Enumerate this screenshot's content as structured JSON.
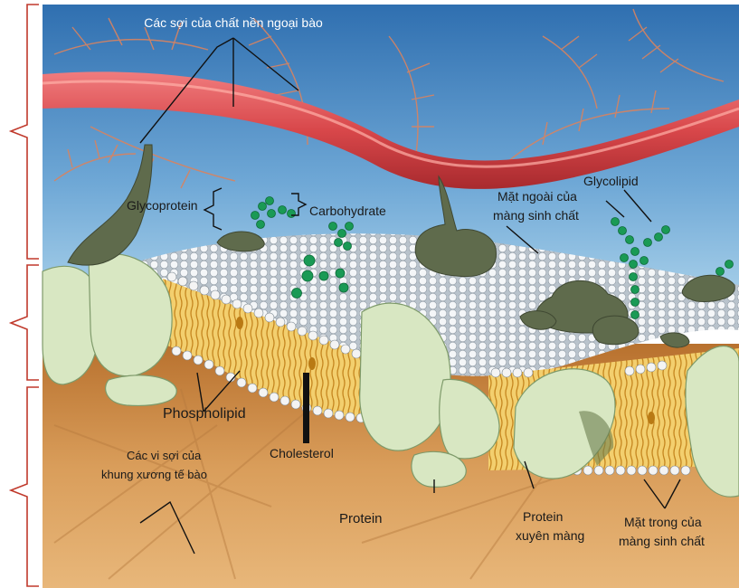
{
  "labels": {
    "ecm_fibers": "Các sợi của chất nền ngoại bào",
    "glycoprotein": "Glycoprotein",
    "carbohydrate": "Carbohydrate",
    "outer_surface_line1": "Mặt ngoài của",
    "outer_surface_line2": "màng sinh chất",
    "glycolipid": "Glycolipid",
    "phospholipid": "Phospholipid",
    "cholesterol": "Cholesterol",
    "cytoskeleton_line1": "Các vi sợi của",
    "cytoskeleton_line2": "khung xương tế bào",
    "protein": "Protein",
    "transmembrane_line1": "Protein",
    "transmembrane_line2": "xuyên màng",
    "inner_surface_line1": "Mặt trong của",
    "inner_surface_line2": "màng sinh chất"
  },
  "colors": {
    "extracellular_top": "#2f6fb0",
    "extracellular_bottom": "#a9d1ea",
    "cytoplasm": "#d79a52",
    "fiber_red": "#d8474a",
    "branch_orange": "#d9835f",
    "protein_green": "#d8e7c2",
    "glyco_dark": "#5f6b4c",
    "carbohydrate_green": "#1a9a55",
    "lipid_head": "#f2f2f2",
    "lipid_tail": "#e4ad3a",
    "bracket": "#c0392b"
  }
}
